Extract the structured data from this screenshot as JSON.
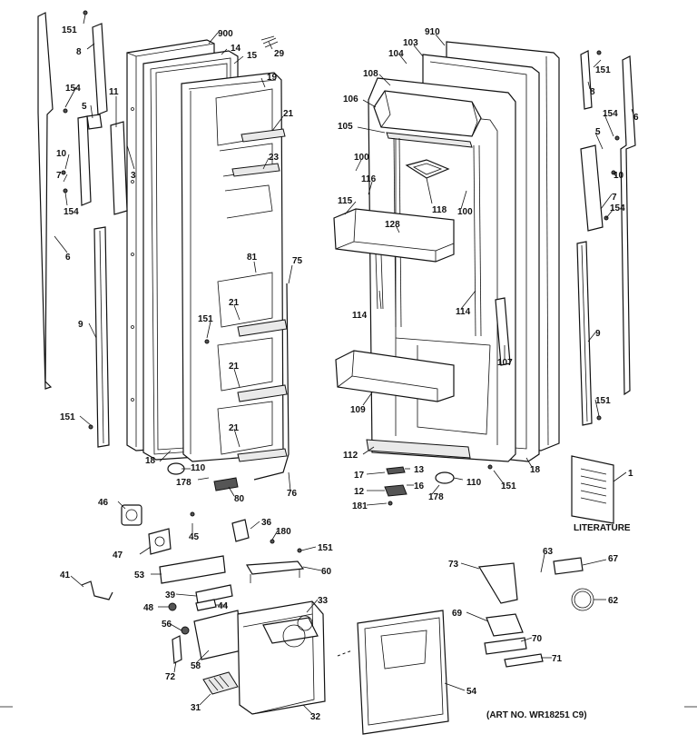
{
  "diagram": {
    "literature_label": "LITERATURE",
    "art_number": "(ART NO. WR18251 C9)",
    "callouts": [
      {
        "id": "c151a",
        "text": "151"
      },
      {
        "id": "c8a",
        "text": "8"
      },
      {
        "id": "c154a",
        "text": "154"
      },
      {
        "id": "c5a",
        "text": "5"
      },
      {
        "id": "c11",
        "text": "11"
      },
      {
        "id": "c10a",
        "text": "10"
      },
      {
        "id": "c3",
        "text": "3"
      },
      {
        "id": "c7a",
        "text": "7"
      },
      {
        "id": "c154b",
        "text": "154"
      },
      {
        "id": "c6a",
        "text": "6"
      },
      {
        "id": "c9a",
        "text": "9"
      },
      {
        "id": "c151b",
        "text": "151"
      },
      {
        "id": "c900",
        "text": "900"
      },
      {
        "id": "c14",
        "text": "14"
      },
      {
        "id": "c15",
        "text": "15"
      },
      {
        "id": "c29",
        "text": "29"
      },
      {
        "id": "c19",
        "text": "19"
      },
      {
        "id": "c21a",
        "text": "21"
      },
      {
        "id": "c23",
        "text": "23"
      },
      {
        "id": "c81",
        "text": "81"
      },
      {
        "id": "c75",
        "text": "75"
      },
      {
        "id": "c21b",
        "text": "21"
      },
      {
        "id": "c151c",
        "text": "151"
      },
      {
        "id": "c21c",
        "text": "21"
      },
      {
        "id": "c21d",
        "text": "21"
      },
      {
        "id": "c18a",
        "text": "18"
      },
      {
        "id": "c110a",
        "text": "110"
      },
      {
        "id": "c178a",
        "text": "178"
      },
      {
        "id": "c80",
        "text": "80"
      },
      {
        "id": "c76",
        "text": "76"
      },
      {
        "id": "c910",
        "text": "910"
      },
      {
        "id": "c103",
        "text": "103"
      },
      {
        "id": "c104",
        "text": "104"
      },
      {
        "id": "c108",
        "text": "108"
      },
      {
        "id": "c106",
        "text": "106"
      },
      {
        "id": "c105",
        "text": "105"
      },
      {
        "id": "c100a",
        "text": "100"
      },
      {
        "id": "c116",
        "text": "116"
      },
      {
        "id": "c118",
        "text": "118"
      },
      {
        "id": "c100b",
        "text": "100"
      },
      {
        "id": "c115",
        "text": "115"
      },
      {
        "id": "c128",
        "text": "128"
      },
      {
        "id": "c114a",
        "text": "114"
      },
      {
        "id": "c114b",
        "text": "114"
      },
      {
        "id": "c107",
        "text": "107"
      },
      {
        "id": "c109",
        "text": "109"
      },
      {
        "id": "c112",
        "text": "112"
      },
      {
        "id": "c17",
        "text": "17"
      },
      {
        "id": "c13",
        "text": "13"
      },
      {
        "id": "c12",
        "text": "12"
      },
      {
        "id": "c16",
        "text": "16"
      },
      {
        "id": "c181",
        "text": "181"
      },
      {
        "id": "c110b",
        "text": "110"
      },
      {
        "id": "c178b",
        "text": "178"
      },
      {
        "id": "c151d",
        "text": "151"
      },
      {
        "id": "c18b",
        "text": "18"
      },
      {
        "id": "c151e",
        "text": "151"
      },
      {
        "id": "c8b",
        "text": "8"
      },
      {
        "id": "c6b",
        "text": "6"
      },
      {
        "id": "c154c",
        "text": "154"
      },
      {
        "id": "c5b",
        "text": "5"
      },
      {
        "id": "c10b",
        "text": "10"
      },
      {
        "id": "c7b",
        "text": "7"
      },
      {
        "id": "c154d",
        "text": "154"
      },
      {
        "id": "c9b",
        "text": "9"
      },
      {
        "id": "c151f",
        "text": "151"
      },
      {
        "id": "c1",
        "text": "1"
      },
      {
        "id": "c46",
        "text": "46"
      },
      {
        "id": "c45",
        "text": "45"
      },
      {
        "id": "c36",
        "text": "36"
      },
      {
        "id": "c180",
        "text": "180"
      },
      {
        "id": "c151g",
        "text": "151"
      },
      {
        "id": "c47",
        "text": "47"
      },
      {
        "id": "c53",
        "text": "53"
      },
      {
        "id": "c60",
        "text": "60"
      },
      {
        "id": "c41",
        "text": "41"
      },
      {
        "id": "c39",
        "text": "39"
      },
      {
        "id": "c44",
        "text": "44"
      },
      {
        "id": "c48",
        "text": "48"
      },
      {
        "id": "c33",
        "text": "33"
      },
      {
        "id": "c56",
        "text": "56"
      },
      {
        "id": "c58",
        "text": "58"
      },
      {
        "id": "c72",
        "text": "72"
      },
      {
        "id": "c31",
        "text": "31"
      },
      {
        "id": "c32",
        "text": "32"
      },
      {
        "id": "c54",
        "text": "54"
      },
      {
        "id": "c73",
        "text": "73"
      },
      {
        "id": "c63",
        "text": "63"
      },
      {
        "id": "c67",
        "text": "67"
      },
      {
        "id": "c62",
        "text": "62"
      },
      {
        "id": "c69",
        "text": "69"
      },
      {
        "id": "c70",
        "text": "70"
      },
      {
        "id": "c71",
        "text": "71"
      }
    ]
  }
}
